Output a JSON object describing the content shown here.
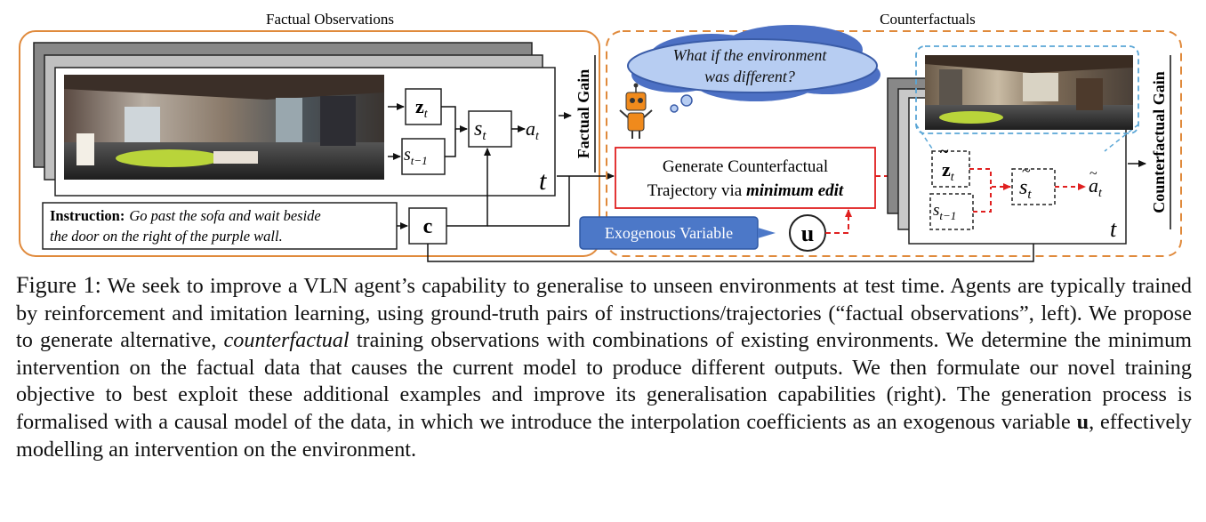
{
  "figure": {
    "left_panel": {
      "title": "Factual Observations",
      "side_label": "Factual Gain",
      "z_label": "z",
      "z_sub": "t",
      "s_prev_label": "s",
      "s_prev_sub": "t−1",
      "s_label": "s",
      "s_sub": "t",
      "a_label": "a",
      "a_sub": "t",
      "time_label": "t",
      "c_label": "c",
      "instruction_bold": "Instruction:",
      "instruction_line1": "Go past the sofa and wait beside",
      "instruction_line2": "the door on the right of the purple wall."
    },
    "right_panel": {
      "title": "Counterfactuals",
      "side_label": "Counterfactual Gain",
      "thought_line1": "What if the environment",
      "thought_line2": "was different?",
      "generate_line1": "Generate Counterfactual",
      "generate_line2_plain": "Trajectory via ",
      "generate_line2_bold": "minimum edit",
      "exogenous_label": "Exogenous Variable",
      "u_label": "u",
      "time_label": "t"
    }
  },
  "caption": {
    "label": "Figure 1:",
    "text_1": " We seek to improve a VLN agent’s capability to generalise to unseen environments at test time. Agents are typically trained by reinforcement and imitation learning, using ground-truth pairs of instructions/trajectories (“factual observations”, left).  We propose to generate alternative, ",
    "italic": "counterfactual",
    "text_2": " training observations with combinations of existing environments. We determine the minimum intervention on the factual data that causes the current model to produce different outputs. We then formulate our novel training objective to best exploit these additional examples and improve its generalisation capabilities (right). The generation process is formalised with a causal model of the data, in which we introduce the interpolation coefficients as an exogenous variable ",
    "bold": "u",
    "text_3": ", effectively modelling an intervention on the environment."
  }
}
